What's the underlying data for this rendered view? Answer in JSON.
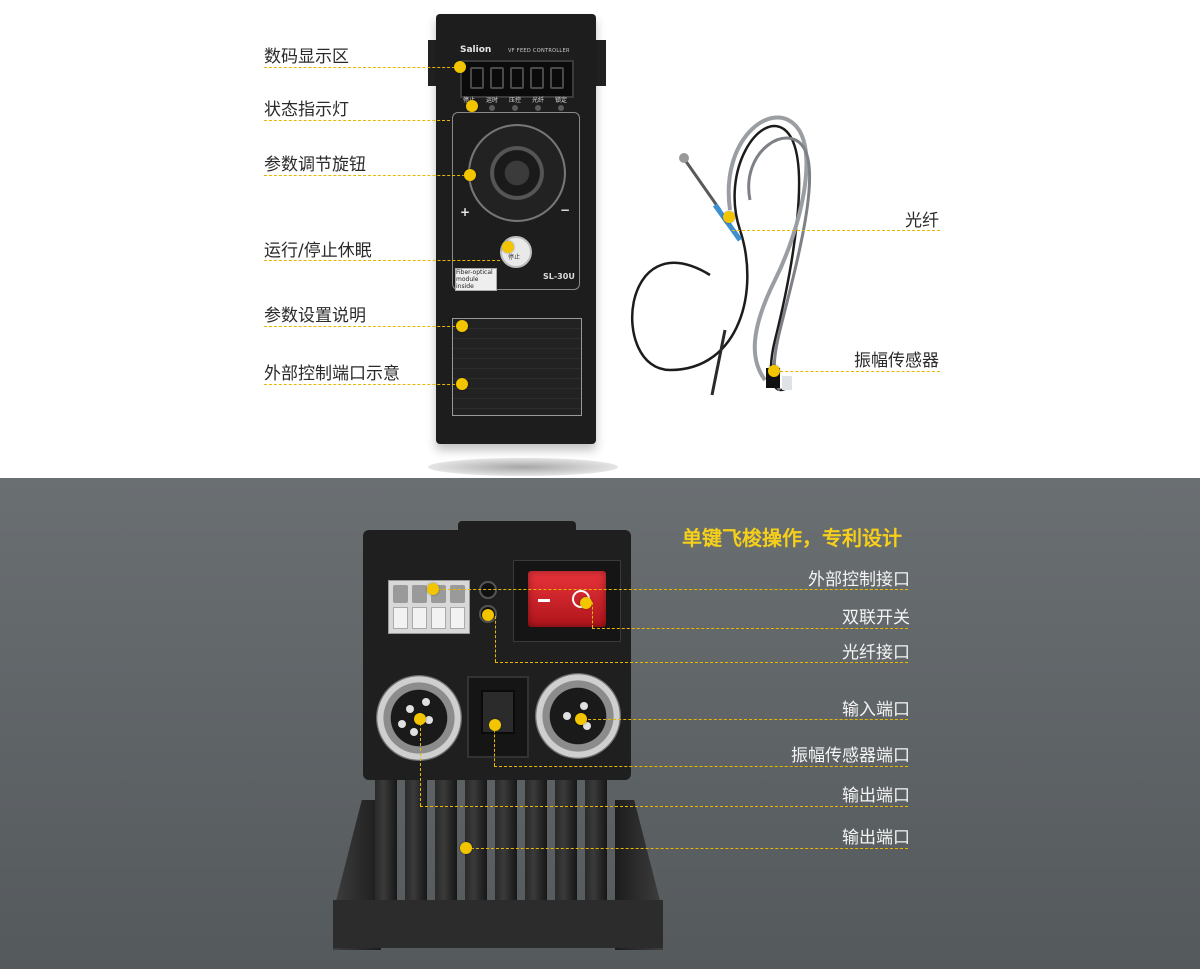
{
  "top_labels": {
    "display_area": "数码显示区",
    "status_light": "状态指示灯",
    "param_knob": "参数调节旋钮",
    "run_stop": "运行/停止休眠",
    "param_desc": "参数设置说明",
    "ext_port_diagram": "外部控制端口示意",
    "fiber": "光纤",
    "vibration_sensor": "振幅传感器"
  },
  "controller": {
    "brand": "Salion",
    "subtitle": "VF FEED CONTROLLER",
    "indicators": [
      "停止",
      "运时",
      "压控",
      "光纤",
      "锁定"
    ],
    "plus": "+",
    "minus": "−",
    "fiber_module": "Fiber-optical module inside",
    "model": "SL-30U",
    "button_text": "停止"
  },
  "bottom": {
    "slogan": "单键飞梭操作，专利设计",
    "labels": {
      "ext_control": "外部控制接口",
      "dual_switch": "双联开关",
      "fiber_port": "光纤接口",
      "input_port": "输入端口",
      "sensor_port": "振幅传感器端口",
      "output_port_1": "输出端口",
      "output_port_2": "输出端口"
    }
  },
  "colors": {
    "accent": "#f2c500",
    "slogan": "#f5cf1a",
    "top_bg": "#ffffff",
    "bottom_bg": "#5f6467",
    "rocker": "#d4202a"
  }
}
